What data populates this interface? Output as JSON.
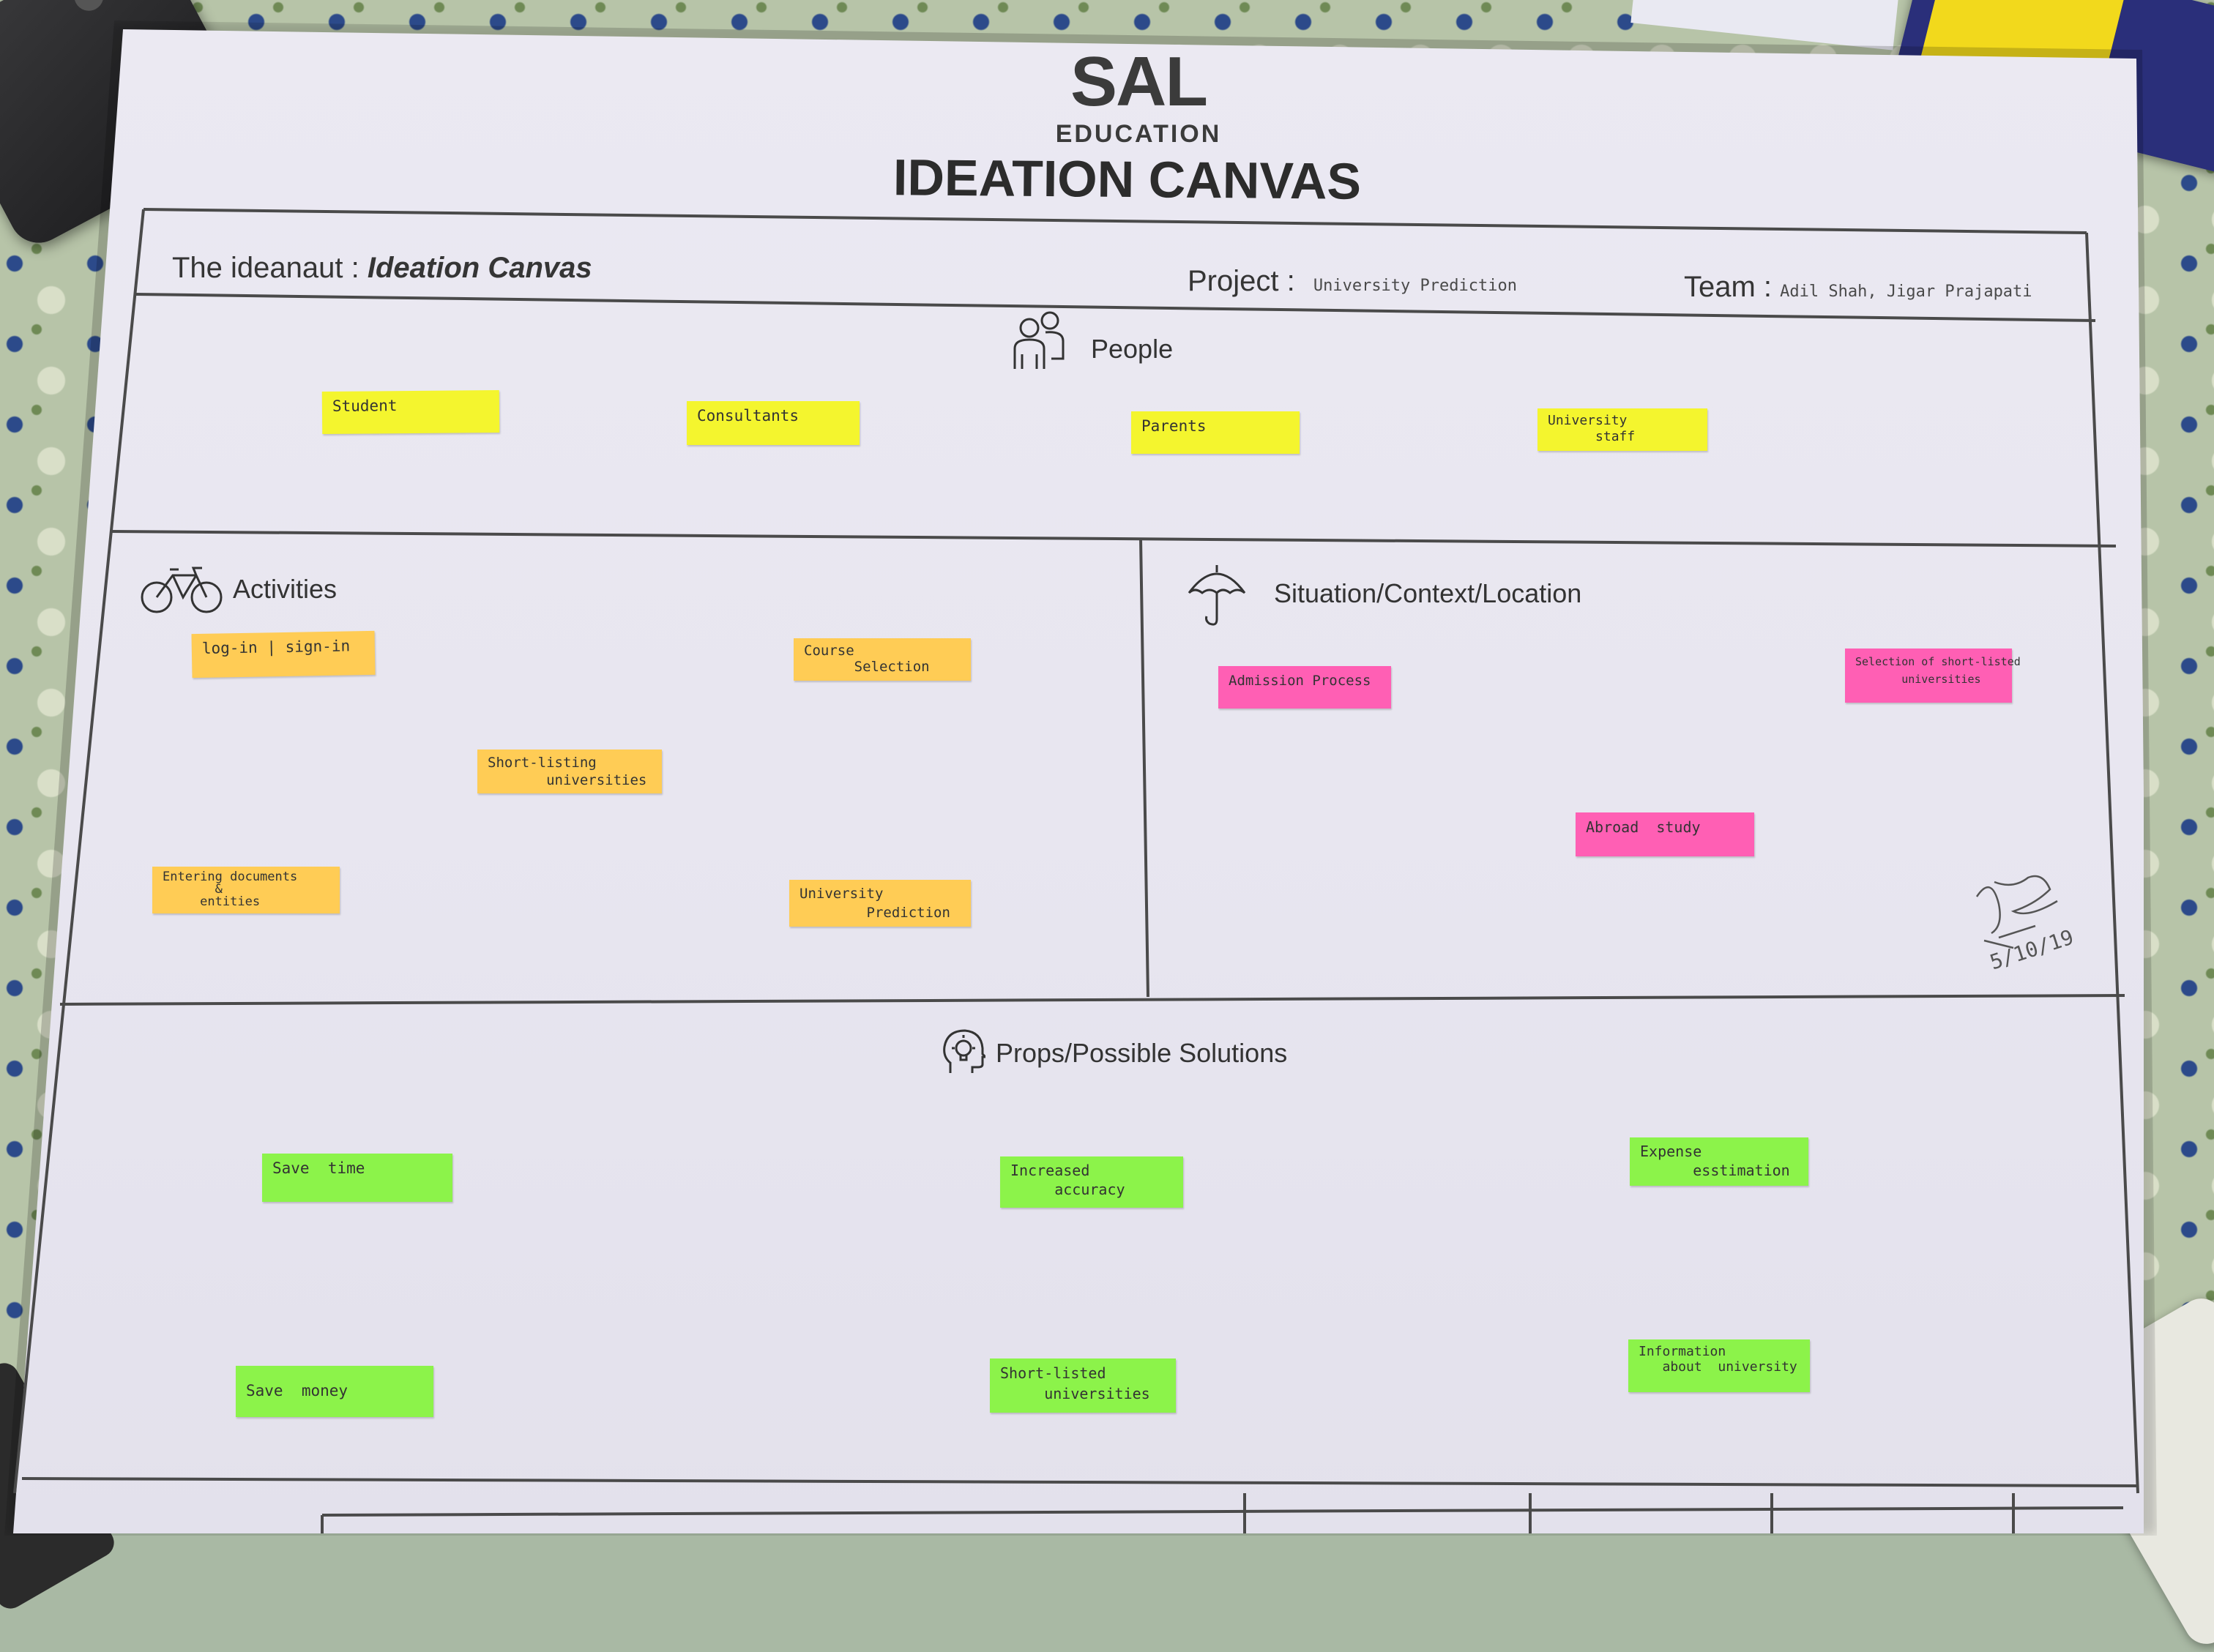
{
  "header": {
    "logo_main": "SAL",
    "logo_sub": "EDUCATION",
    "title": "IDEATION CANVAS",
    "ideanaut_label": "The ideanaut :",
    "ideanaut_value": "Ideation Canvas",
    "project_label": "Project :",
    "project_value": "University Prediction",
    "team_label": "Team :",
    "team_value": "Adil Shah, Jigar Prajapati"
  },
  "sections": {
    "people": "People",
    "activities": "Activities",
    "situation": "Situation/Context/Location",
    "props": "Props/Possible Solutions"
  },
  "notes": {
    "people": [
      "Student",
      "Consultants",
      "Parents",
      "University\n      staff"
    ],
    "activities": [
      "log-in | sign-in",
      "Course\n      Selection",
      "Short-listing\n       universities",
      "Entering documents\n       &\n     entities",
      "University\n        Prediction"
    ],
    "situation": [
      "Admission Process",
      "Selection of short-listed\n       universities",
      "Abroad  study"
    ],
    "props": [
      "Save  time",
      "Increased\n     accuracy",
      "Expense\n      esstimation",
      "Save  money",
      "Short-listed\n     universities",
      "Information\n   about  university"
    ]
  },
  "signature": "5/10/19",
  "colors": {
    "people_notes": "#f4f52e",
    "activity_notes": "#ffcc55",
    "situation_notes": "#ff5fb4",
    "props_notes": "#8cf34a"
  }
}
